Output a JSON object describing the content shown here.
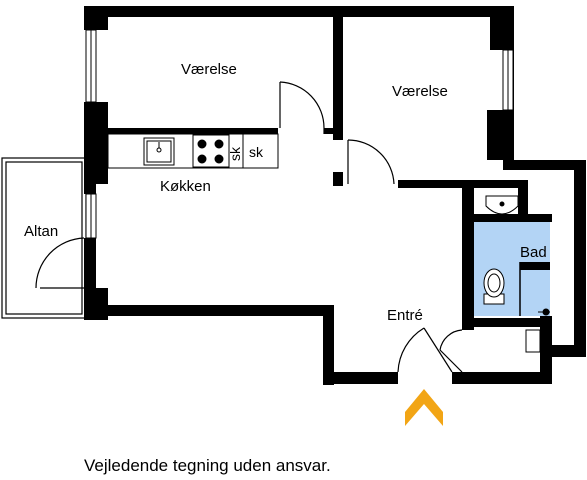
{
  "rooms": {
    "vaerelse_left": "Værelse",
    "vaerelse_right": "Værelse",
    "koekken": "Køkken",
    "altan": "Altan",
    "bad": "Bad",
    "entre": "Entré"
  },
  "fixtures": {
    "sk_left": "sk",
    "sk_right": "sk"
  },
  "caption": "Vejledende tegning uden ansvar.",
  "colors": {
    "wall": "#000000",
    "bathroom_floor": "#b3d4f5",
    "entry_arrow": "#f2a515"
  },
  "icons": [
    "entry-arrow-icon",
    "sink-icon",
    "stove-icon",
    "toilet-icon",
    "washbasin-icon",
    "shower-icon"
  ]
}
